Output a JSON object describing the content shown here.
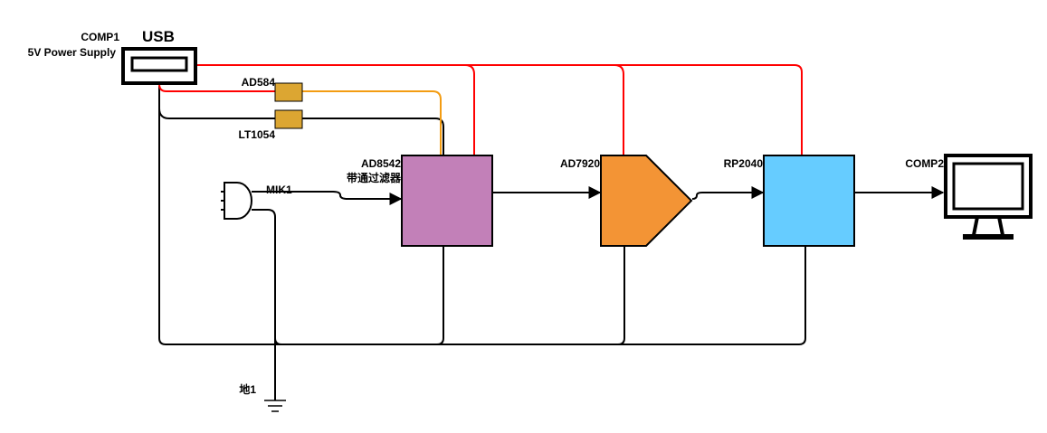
{
  "components": {
    "power_supply": {
      "ref": "COMP1",
      "desc": "5V Power Supply",
      "connector": "USB"
    },
    "reference": {
      "name": "AD584",
      "color": "#dca632"
    },
    "opamp": {
      "name": "LT1054",
      "color": "#dca632"
    },
    "microphone": {
      "name": "MIK1"
    },
    "filter": {
      "name": "AD8542",
      "desc": "带通过滤器",
      "color": "#c280b8"
    },
    "adc": {
      "name": "AD7920",
      "color": "#f39435"
    },
    "mcu": {
      "name": "RP2040",
      "color": "#66ccff"
    },
    "monitor": {
      "ref": "COMP2"
    },
    "ground": {
      "name": "地1"
    }
  },
  "colors": {
    "power_wire": "#ff0000",
    "ref_wire": "#f39c12",
    "signal_wire": "#000000"
  }
}
